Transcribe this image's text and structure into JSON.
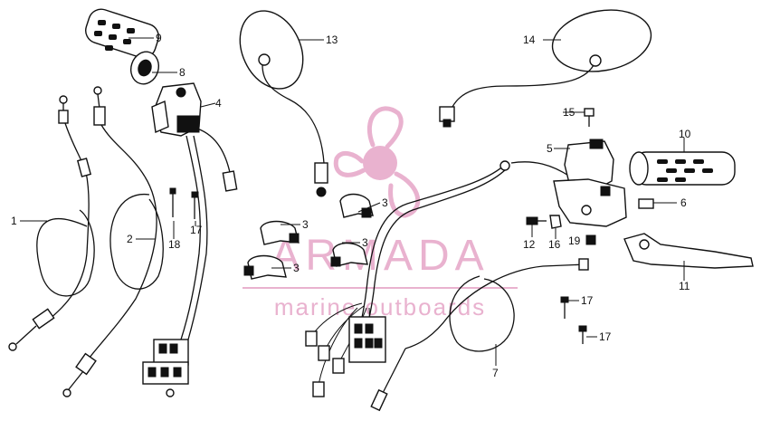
{
  "watermark": {
    "brand": "ARMADA",
    "tagline": "marine outboards",
    "color": "#e9b2cf"
  },
  "callouts": [
    "1",
    "2",
    "3",
    "4",
    "5",
    "6",
    "7",
    "8",
    "9",
    "10",
    "11",
    "12",
    "13",
    "14",
    "15",
    "16",
    "17",
    "18",
    "19"
  ]
}
